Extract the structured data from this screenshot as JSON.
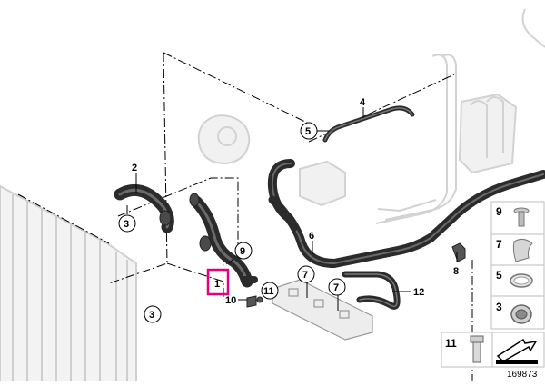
{
  "diagram": {
    "diagram_id": "169873",
    "highlighted_part": "1",
    "callouts": [
      {
        "id": "c1",
        "label": "1"
      },
      {
        "id": "c2",
        "label": "2"
      },
      {
        "id": "c3a",
        "label": "3"
      },
      {
        "id": "c3b",
        "label": "3"
      },
      {
        "id": "c4",
        "label": "4"
      },
      {
        "id": "c5",
        "label": "5"
      },
      {
        "id": "c6",
        "label": "6"
      },
      {
        "id": "c7a",
        "label": "7"
      },
      {
        "id": "c7b",
        "label": "7"
      },
      {
        "id": "c8",
        "label": "8"
      },
      {
        "id": "c9",
        "label": "9"
      },
      {
        "id": "c10",
        "label": "10"
      },
      {
        "id": "c11",
        "label": "11"
      },
      {
        "id": "c12",
        "label": "12"
      }
    ],
    "legend": [
      {
        "label": "9",
        "icon": "bolt-icon"
      },
      {
        "label": "7",
        "icon": "clip-icon"
      },
      {
        "label": "5",
        "icon": "hose-clamp-icon"
      },
      {
        "label": "3",
        "icon": "quick-connector-icon"
      },
      {
        "label": "11",
        "icon": "hex-screw-icon"
      }
    ],
    "colors": {
      "highlight": "#e6007e",
      "hose": "#2b2b2b",
      "ghost": "#d9d9d9",
      "line": "#000000"
    }
  }
}
